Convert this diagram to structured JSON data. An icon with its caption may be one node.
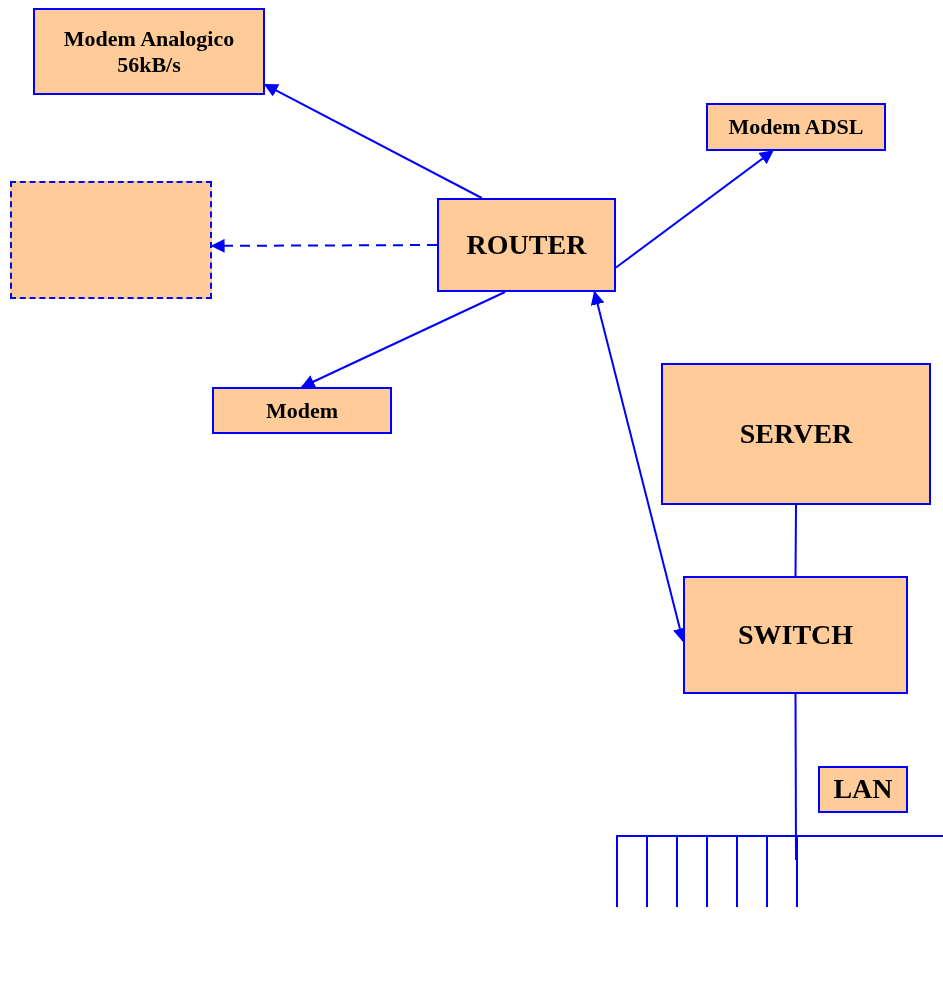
{
  "diagram": {
    "nodes": [
      {
        "text": [
          "Modem Analogico 56kB/s"
        ]
      },
      {
        "text": [
          "Modem ADSL"
        ]
      },
      {
        "text": [],
        "shape": "box"
      },
      {
        "text": [
          "ROUTER"
        ]
      },
      {
        "text": [
          "Modem"
        ]
      },
      {
        "text": [
          "SERVER"
        ]
      },
      {
        "text": [
          "SWITCH"
        ]
      },
      {
        "text": [
          "LAN"
        ]
      }
    ],
    "edges": [
      {
        "from": 3,
        "to": 0,
        "arrow": "to"
      },
      {
        "from": 3,
        "to": 2,
        "arrow": "to",
        "style": "dashed"
      },
      {
        "from": 3,
        "to": 1,
        "arrow": "to"
      },
      {
        "from": 3,
        "to": 4,
        "arrow": "to"
      },
      {
        "from": 3,
        "to": 6,
        "arrow": "both"
      },
      {
        "from": 5,
        "to": 6,
        "arrow": "none"
      },
      {
        "from": 6,
        "to": null,
        "arrow": "none"
      }
    ]
  }
}
